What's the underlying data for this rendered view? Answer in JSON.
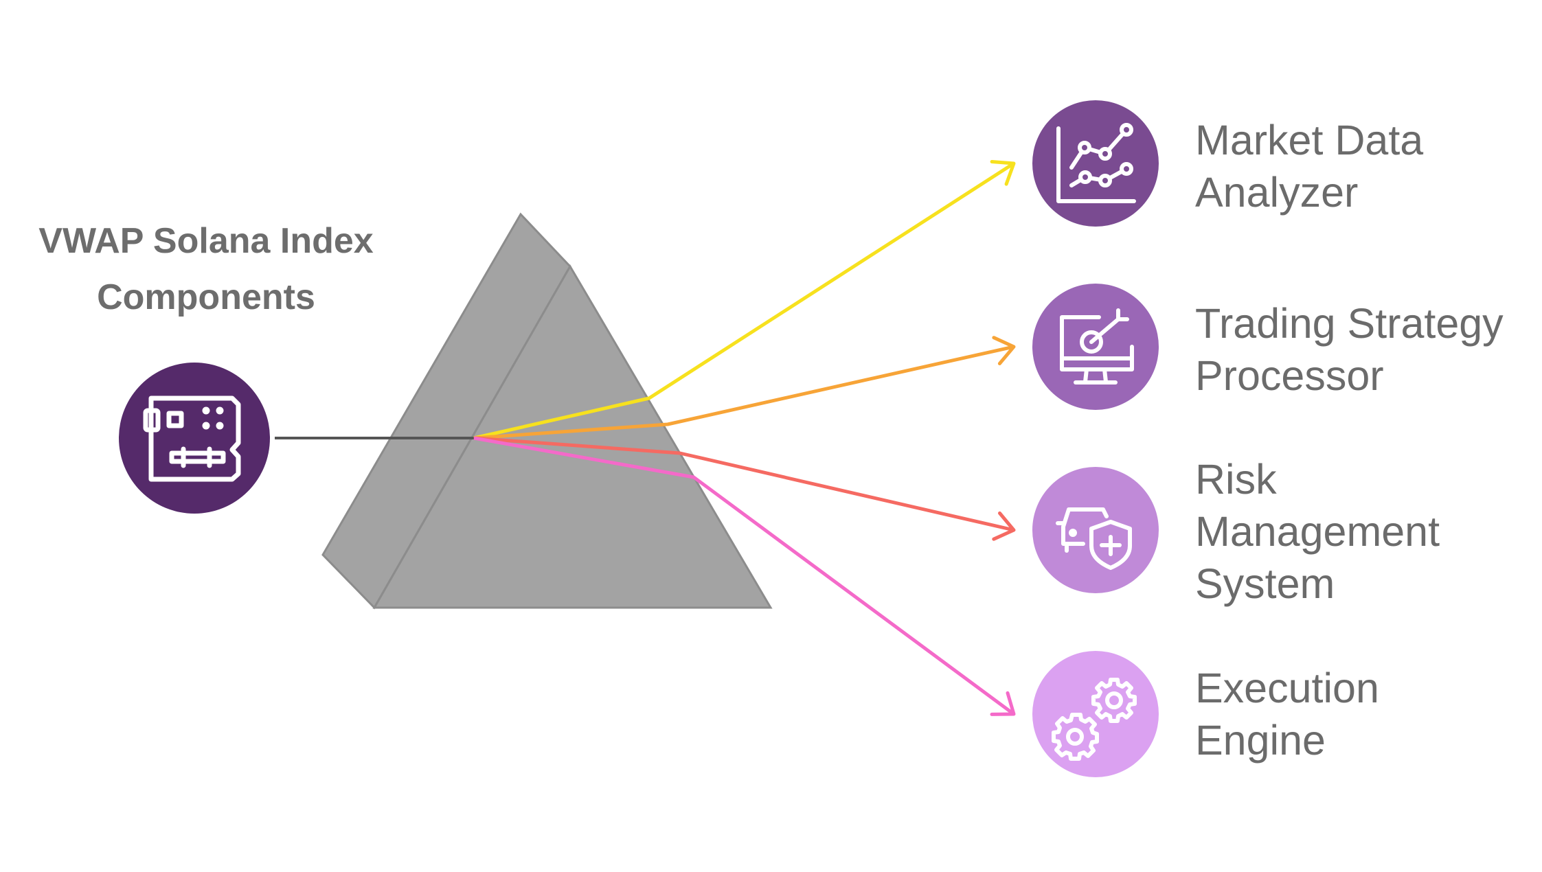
{
  "title": {
    "line1": "VWAP Solana Index",
    "line2": "Components"
  },
  "source": {
    "icon": "circuit-board-icon",
    "color": "#552a6a"
  },
  "components": [
    {
      "lines": [
        "Market Data",
        "Analyzer"
      ],
      "icon": "line-chart-icon",
      "circle_color": "#7a4b91",
      "ray_color": "#f7e11e"
    },
    {
      "lines": [
        "Trading Strategy",
        "Processor"
      ],
      "icon": "monitor-target-icon",
      "circle_color": "#9a67b6",
      "ray_color": "#f7a437"
    },
    {
      "lines": [
        "Risk",
        "Management",
        "System"
      ],
      "icon": "car-shield-icon",
      "circle_color": "#c08ad8",
      "ray_color": "#f56a62"
    },
    {
      "lines": [
        "Execution",
        "Engine"
      ],
      "icon": "gears-icon",
      "circle_color": "#dba1f1",
      "ray_color": "#f46ac9"
    }
  ],
  "prism_color": "#a3a3a3"
}
